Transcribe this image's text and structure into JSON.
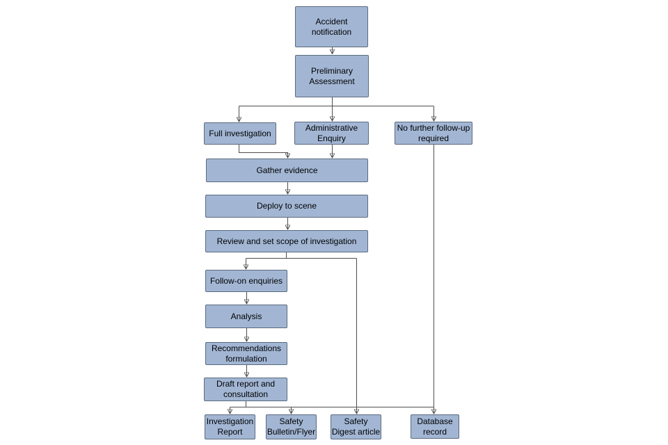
{
  "diagram": {
    "colors": {
      "node_fill": "#a2b6d4",
      "node_border": "#5a6a7d",
      "connector": "#4d4d4d",
      "text": "#000000",
      "background": "#ffffff"
    },
    "nodes": {
      "accident_notification": {
        "lines": [
          "Accident",
          "notification"
        ]
      },
      "preliminary_assessment": {
        "lines": [
          "Preliminary",
          "Assessment"
        ]
      },
      "full_investigation": {
        "lines": [
          "Full investigation"
        ]
      },
      "administrative_enquiry": {
        "lines": [
          "Administrative",
          "Enquiry"
        ]
      },
      "no_further_follow_up": {
        "lines": [
          "No further follow-up",
          "required"
        ]
      },
      "gather_evidence": {
        "lines": [
          "Gather evidence"
        ]
      },
      "deploy_to_scene": {
        "lines": [
          "Deploy to scene"
        ]
      },
      "review_scope": {
        "lines": [
          "Review and set scope of investigation"
        ]
      },
      "follow_on_enquiries": {
        "lines": [
          "Follow-on enquiries"
        ]
      },
      "analysis": {
        "lines": [
          "Analysis"
        ]
      },
      "recommendations_formulation": {
        "lines": [
          "Recommendations",
          "formulation"
        ]
      },
      "draft_report": {
        "lines": [
          "Draft report and",
          "consultation"
        ]
      },
      "investigation_report": {
        "lines": [
          "Investigation",
          "Report"
        ]
      },
      "safety_bulletin": {
        "lines": [
          "Safety",
          "Bulletin/Flyer"
        ]
      },
      "safety_digest": {
        "lines": [
          "Safety",
          "Digest article"
        ]
      },
      "database_record": {
        "lines": [
          "Database",
          "record"
        ]
      }
    },
    "edges": [
      {
        "from": "Accident notification",
        "to": "Preliminary Assessment"
      },
      {
        "from": "Preliminary Assessment",
        "to": "Full investigation"
      },
      {
        "from": "Preliminary Assessment",
        "to": "Administrative Enquiry"
      },
      {
        "from": "Preliminary Assessment",
        "to": "No further follow-up required"
      },
      {
        "from": "Full investigation",
        "to": "Gather evidence"
      },
      {
        "from": "Administrative Enquiry",
        "to": "Gather evidence"
      },
      {
        "from": "No further follow-up required",
        "to": "Database record"
      },
      {
        "from": "Gather evidence",
        "to": "Deploy to scene"
      },
      {
        "from": "Deploy to scene",
        "to": "Review and set scope of investigation"
      },
      {
        "from": "Review and set scope of investigation",
        "to": "Follow-on enquiries"
      },
      {
        "from": "Review and set scope of investigation",
        "to": "Safety Digest article"
      },
      {
        "from": "Follow-on enquiries",
        "to": "Analysis"
      },
      {
        "from": "Analysis",
        "to": "Recommendations formulation"
      },
      {
        "from": "Recommendations formulation",
        "to": "Draft report and consultation"
      },
      {
        "from": "Draft report and consultation",
        "to": "Investigation Report"
      },
      {
        "from": "Draft report and consultation",
        "to": "Safety Bulletin/Flyer"
      },
      {
        "from": "Draft report and consultation",
        "to": "Safety Digest article"
      },
      {
        "from": "Draft report and consultation",
        "to": "Database record"
      }
    ]
  }
}
